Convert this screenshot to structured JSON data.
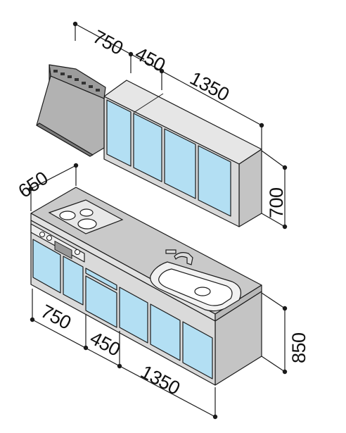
{
  "diagram": {
    "upper_cabinets": {
      "hood_width": "750",
      "mid_width": "450",
      "right_width": "1350",
      "height": "700"
    },
    "base_cabinets": {
      "depth": "650",
      "left_width": "750",
      "mid_width": "450",
      "right_width": "1350",
      "height": "850"
    },
    "colors": {
      "door_blue": "#b3dff3",
      "carcass_gray": "#d5d5d5",
      "shade_gray": "#a9a9a9",
      "counter_gray": "#c7c7c7",
      "outline": "#1a1a1a"
    }
  }
}
